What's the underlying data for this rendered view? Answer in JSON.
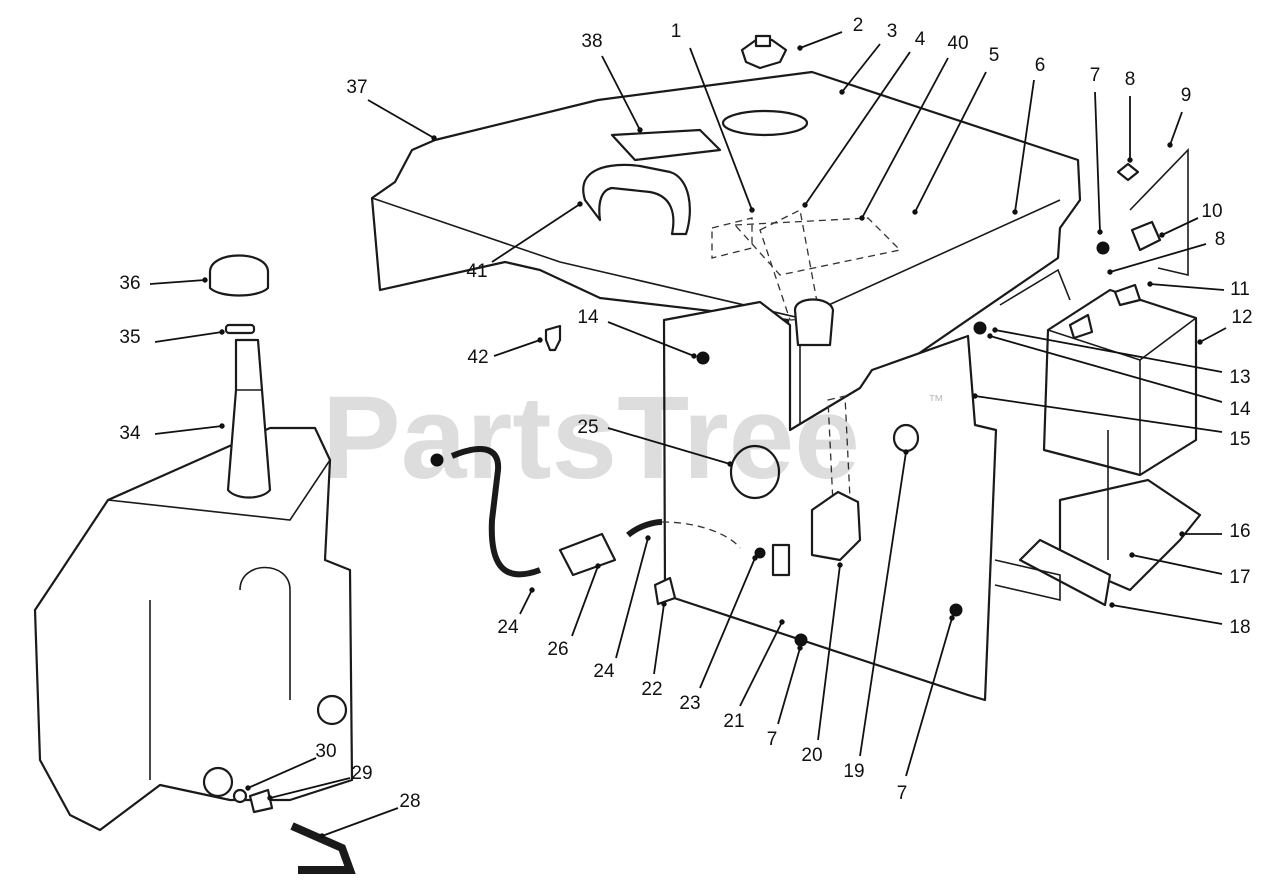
{
  "watermark": {
    "text": "PartsTree",
    "trademark": "™"
  },
  "callouts": [
    {
      "id": "c1",
      "label": "1"
    },
    {
      "id": "c2",
      "label": "2"
    },
    {
      "id": "c3",
      "label": "3"
    },
    {
      "id": "c4",
      "label": "4"
    },
    {
      "id": "c40",
      "label": "40"
    },
    {
      "id": "c5",
      "label": "5"
    },
    {
      "id": "c6",
      "label": "6"
    },
    {
      "id": "c7a",
      "label": "7"
    },
    {
      "id": "c8a",
      "label": "8"
    },
    {
      "id": "c9",
      "label": "9"
    },
    {
      "id": "c10",
      "label": "10"
    },
    {
      "id": "c8b",
      "label": "8"
    },
    {
      "id": "c11",
      "label": "11"
    },
    {
      "id": "c12",
      "label": "12"
    },
    {
      "id": "c13",
      "label": "13"
    },
    {
      "id": "c14a",
      "label": "14"
    },
    {
      "id": "c15",
      "label": "15"
    },
    {
      "id": "c16",
      "label": "16"
    },
    {
      "id": "c17",
      "label": "17"
    },
    {
      "id": "c18",
      "label": "18"
    },
    {
      "id": "c38",
      "label": "38"
    },
    {
      "id": "c37",
      "label": "37"
    },
    {
      "id": "c41",
      "label": "41"
    },
    {
      "id": "c14b",
      "label": "14"
    },
    {
      "id": "c42",
      "label": "42"
    },
    {
      "id": "c36",
      "label": "36"
    },
    {
      "id": "c35",
      "label": "35"
    },
    {
      "id": "c34",
      "label": "34"
    },
    {
      "id": "c25",
      "label": "25"
    },
    {
      "id": "c24a",
      "label": "24"
    },
    {
      "id": "c26",
      "label": "26"
    },
    {
      "id": "c24b",
      "label": "24"
    },
    {
      "id": "c22",
      "label": "22"
    },
    {
      "id": "c23",
      "label": "23"
    },
    {
      "id": "c21",
      "label": "21"
    },
    {
      "id": "c7b",
      "label": "7"
    },
    {
      "id": "c20",
      "label": "20"
    },
    {
      "id": "c19",
      "label": "19"
    },
    {
      "id": "c7c",
      "label": "7"
    },
    {
      "id": "c30",
      "label": "30"
    },
    {
      "id": "c29",
      "label": "29"
    },
    {
      "id": "c28",
      "label": "28"
    }
  ]
}
